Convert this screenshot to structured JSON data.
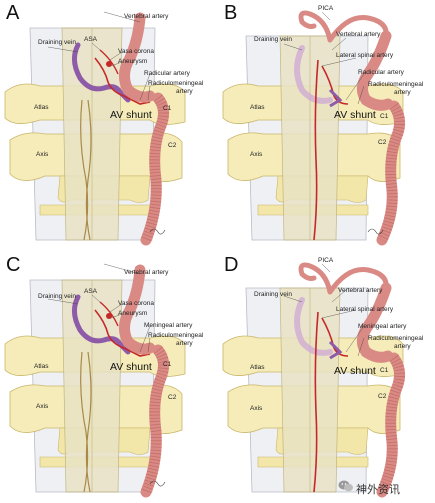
{
  "panels": [
    {
      "letter": "A",
      "labels": {
        "vertebral_artery": "Vertebral artery",
        "draining_vein": "Draining vein",
        "asa": "ASA",
        "vasa_corona": "Vasa corona",
        "aneurysm": "Aneurysm",
        "radicular_artery": "Radicular artery",
        "radiculomeningeal_1": "Radiculomeningeal",
        "radiculomeningeal_2": "artery",
        "atlas": "Atlas",
        "av_shunt": "AV shunt",
        "c1": "C1",
        "c2": "C2",
        "axis": "Axis"
      }
    },
    {
      "letter": "B",
      "labels": {
        "pica": "PICA",
        "draining_vein": "Draining vein",
        "vertebral_artery": "Vertebral artery",
        "lateral_spinal": "Lateral spinal artery",
        "radicular_artery": "Radicular artery",
        "radiculomeningeal_1": "Radiculomeningeal",
        "radiculomeningeal_2": "artery",
        "atlas": "Atlas",
        "av_shunt": "AV shunt",
        "c1": "C1",
        "c2": "C2",
        "axis": "Axis"
      }
    },
    {
      "letter": "C",
      "labels": {
        "vertebral_artery": "Vertebral artery",
        "draining_vein": "Draining vein",
        "asa": "ASA",
        "vasa_corona": "Vasa corona",
        "aneurysm": "Aneurysm",
        "meningeal_artery": "Meningeal artery",
        "radiculomeningeal_1": "Radiculomeningeal",
        "radiculomeningeal_2": "artery",
        "atlas": "Atlas",
        "av_shunt": "AV shunt",
        "c1": "C1",
        "c2": "C2",
        "axis": "Axis"
      }
    },
    {
      "letter": "D",
      "labels": {
        "pica": "PICA",
        "draining_vein": "Draining vein",
        "vertebral_artery": "Vertebral artery",
        "lateral_spinal": "Lateral spinal artery",
        "meningeal_artery": "Meningeal artery",
        "radiculomeningeal_1": "Radiculomeningeal",
        "radiculomeningeal_2": "artery",
        "atlas": "Atlas",
        "av_shunt": "AV shunt",
        "c1": "C1",
        "c2": "C2",
        "axis": "Axis"
      }
    }
  ],
  "watermark": {
    "text": "神外资讯",
    "icon": "wechat-icon"
  },
  "colors": {
    "artery": "#d98a85",
    "artery_dark": "#b5534d",
    "vessel_red": "#c62828",
    "vein_purple": "#8e5ba8",
    "bone": "#f6ecb9",
    "dura": "#eef0f4",
    "cord": "#e9e3c4"
  }
}
